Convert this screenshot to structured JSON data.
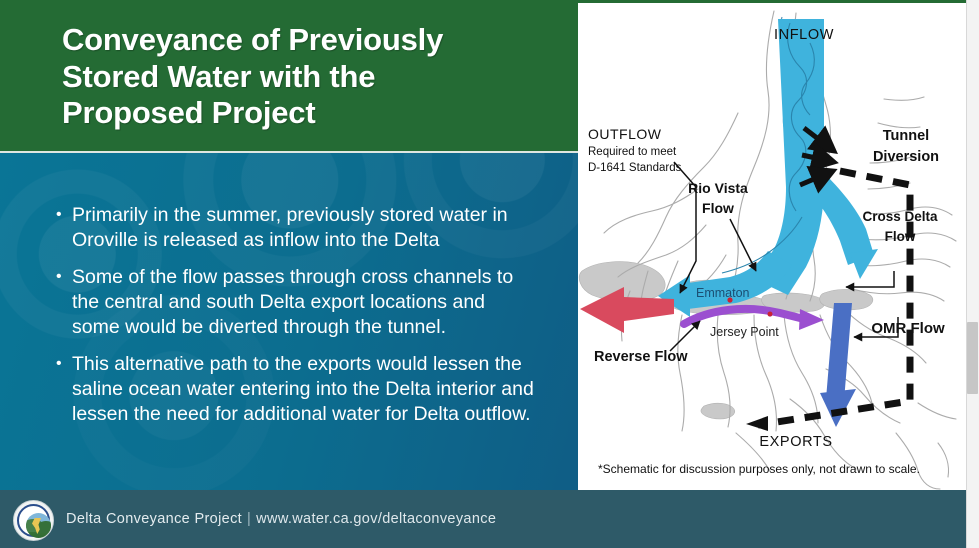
{
  "slide": {
    "title": "Conveyance of Previously\nStored Water with the\nProposed Project",
    "bullet_marker": "•",
    "bullets": [
      "Primarily in the summer, previously stored water in Oroville is released as inflow into the Delta",
      "Some of the flow passes through cross channels to the central and south Delta export locations and some would be diverted through the tunnel.",
      "This alternative path to the exports would lessen the saline ocean water entering into the Delta interior and lessen the need for additional water for Delta outflow."
    ]
  },
  "footer": {
    "org": "Delta Conveyance Project",
    "separator": "|",
    "url": "www.water.ca.gov/deltaconveyance",
    "seal_name": "california-state-seal"
  },
  "map": {
    "footnote": "*Schematic for discussion purposes only, not drawn to scale.",
    "labels": {
      "inflow": "INFLOW",
      "outflow_title": "OUTFLOW",
      "outflow_line2": "Required to meet",
      "outflow_line3": "D-1641 Standards",
      "rio_vista_line1": "Rio Vista",
      "rio_vista_line2": "Flow",
      "tunnel_line1": "Tunnel",
      "tunnel_line2": "Diversion",
      "cross_delta_line1": "Cross Delta",
      "cross_delta_line2": "Flow",
      "omr": "OMR Flow",
      "emmaton": "Emmaton",
      "jersey_point": "Jersey Point",
      "reverse_flow": "Reverse Flow",
      "exports": "EXPORTS"
    },
    "colors": {
      "inflow_blue": "#3fb3dd",
      "omr_blue": "#4a6fc4",
      "reverse_purple": "#9b4fd0",
      "outflow_red": "#d94a5e",
      "tunnel_black": "#1a1a1a",
      "land_gray": "#c8c8c8",
      "channel_gray": "#a8a8a8"
    }
  },
  "theme": {
    "header_green": "#246b34",
    "body_teal": "#0d6e91",
    "right_blue": "#15528a",
    "footer_slate": "#2e5a68",
    "text_white": "#ffffff"
  }
}
